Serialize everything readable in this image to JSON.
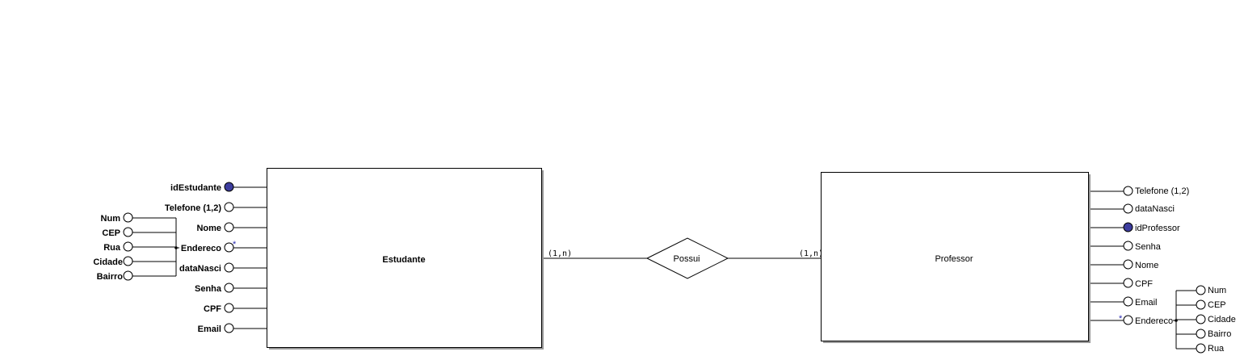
{
  "estudante": {
    "name": "Estudante",
    "attributes": {
      "id": "idEstudante",
      "telefone": "Telefone (1,2)",
      "nome": "Nome",
      "endereco": "Endereco",
      "datanasci": "dataNasci",
      "senha": "Senha",
      "cpf": "CPF",
      "email": "Email"
    },
    "endereco_parts": {
      "num": "Num",
      "cep": "CEP",
      "rua": "Rua",
      "cidade": "Cidade",
      "bairro": "Bairro"
    }
  },
  "relationship": {
    "name": "Possui",
    "card_left": "(1,n)",
    "card_right": "(1,n)"
  },
  "professor": {
    "name": "Professor",
    "attributes": {
      "telefone": "Telefone (1,2)",
      "datanasci": "dataNasci",
      "id": "idProfessor",
      "senha": "Senha",
      "nome": "Nome",
      "cpf": "CPF",
      "email": "Email",
      "endereco": "Endereco"
    },
    "endereco_parts": {
      "num": "Num",
      "cep": "CEP",
      "cidade": "Cidade",
      "bairro": "Bairro",
      "rua": "Rua"
    }
  },
  "multivalued_marker": "*",
  "colors": {
    "key_attribute": "#3d3d9e",
    "line": "#000000"
  }
}
